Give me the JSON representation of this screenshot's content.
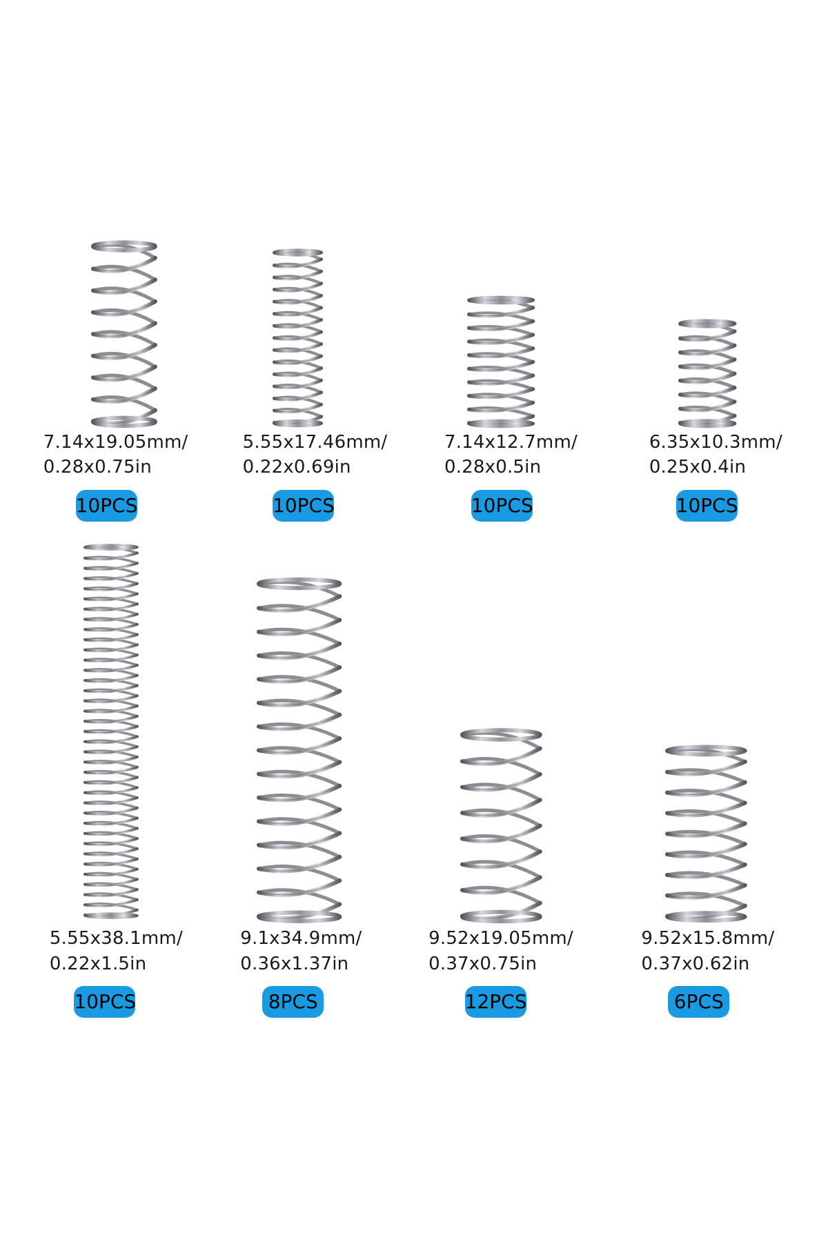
{
  "colors": {
    "background": "#ffffff",
    "badge": "#1a9ae0",
    "text": "#1a1a1a",
    "spring_dark": "#55595e",
    "spring_light": "#d4d7db"
  },
  "springs": [
    {
      "size_mm": "7.14x19.05mm/",
      "size_in": "0.28x0.75in",
      "qty": "10PCS"
    },
    {
      "size_mm": "5.55x17.46mm/",
      "size_in": "0.22x0.69in",
      "qty": "10PCS"
    },
    {
      "size_mm": "7.14x12.7mm/",
      "size_in": "0.28x0.5in",
      "qty": "10PCS"
    },
    {
      "size_mm": "6.35x10.3mm/",
      "size_in": "0.25x0.4in",
      "qty": "10PCS"
    },
    {
      "size_mm": "5.55x38.1mm/",
      "size_in": "0.22x1.5in",
      "qty": "10PCS"
    },
    {
      "size_mm": "9.1x34.9mm/",
      "size_in": "0.36x1.37in",
      "qty": "8PCS"
    },
    {
      "size_mm": "9.52x19.05mm/",
      "size_in": "0.37x0.75in",
      "qty": "12PCS"
    },
    {
      "size_mm": "9.52x15.8mm/",
      "size_in": "0.37x0.62in",
      "qty": "6PCS"
    }
  ]
}
